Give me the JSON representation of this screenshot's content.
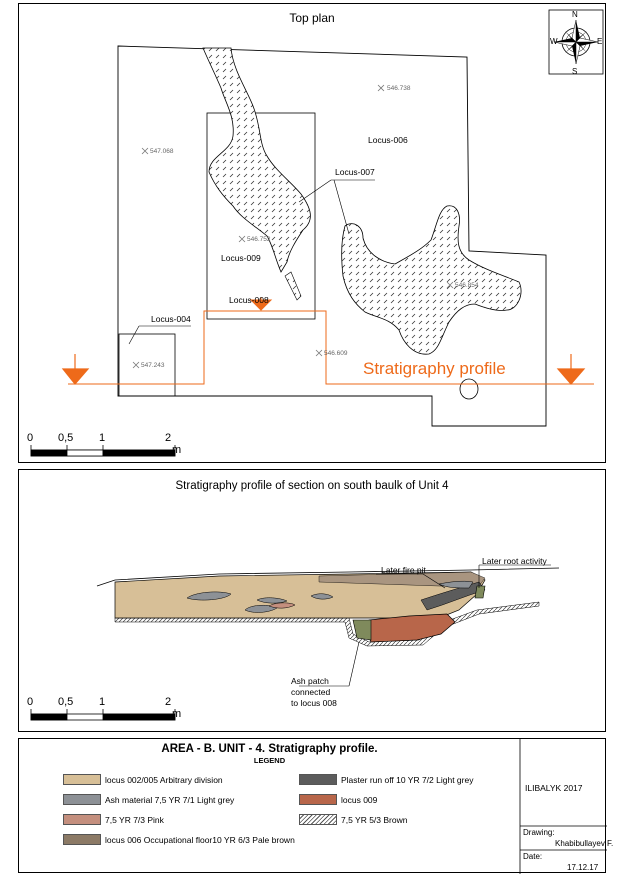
{
  "top_plan": {
    "title": "Top plan",
    "compass": {
      "n": "N",
      "s": "S",
      "e": "E",
      "w": "W"
    },
    "loci": {
      "l006": "Locus-006",
      "l007": "Locus-007",
      "l009": "Locus-009",
      "l008": "Locus-008",
      "l004": "Locus-004"
    },
    "elevations": {
      "e1": "546.738",
      "e2": "547.068",
      "e3": "546.752",
      "e4": "546.854",
      "e5": "546.609",
      "e6": "547.243"
    },
    "profile_label": "Stratigraphy profile",
    "scale": {
      "t0": "0",
      "t05": "0,5",
      "t1": "1",
      "t2": "2",
      "unit": "m"
    },
    "accent": "#ee6a1a"
  },
  "section": {
    "title": "Stratigraphy profile of section on south baulk of Unit 4",
    "annotations": {
      "fire_pit": "Later fire pit",
      "root": "Later root activity",
      "ash_1": "Ash patch",
      "ash_2": "connected",
      "ash_3": "to locus 008"
    },
    "scale": {
      "t0": "0",
      "t05": "0,5",
      "t1": "1",
      "t2": "2",
      "unit": "m"
    }
  },
  "legend": {
    "title": "AREA - B. UNIT - 4. Stratigraphy profile.",
    "subtitle": "LEGEND",
    "items": [
      {
        "label": "locus 002/005 Arbitrary division",
        "color": "#d7bf97"
      },
      {
        "label": "Ash material 7,5 YR 7/1 Light grey",
        "color": "#8d9196"
      },
      {
        "label": "7,5 YR 7/3 Pink",
        "color": "#c48f7e"
      },
      {
        "label": "locus 006 Occupational floor10 YR 6/3 Pale brown",
        "color": "#8c7a66"
      },
      {
        "label": "Plaster run off 10 YR 7/2 Light grey",
        "color": "#5c5c5c"
      },
      {
        "label": "locus 009",
        "color": "#b8664a"
      },
      {
        "label": "7,5 YR 5/3 Brown",
        "color": "hatch"
      }
    ],
    "site": "ILIBALYK 2017",
    "drawing_label": "Drawing:",
    "drawing_name": "Khabibullayev F.",
    "date_label": "Date:",
    "date_value": "17.12.17"
  }
}
